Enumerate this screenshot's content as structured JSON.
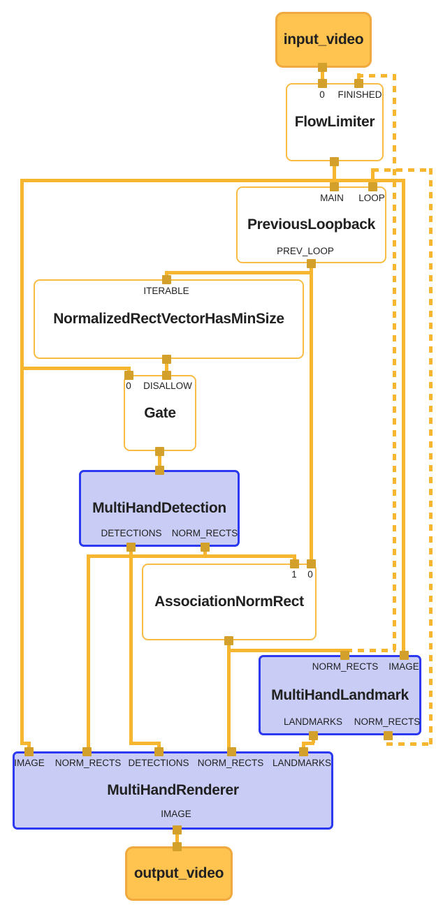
{
  "graph": {
    "colors": {
      "edge": "#f6b62f",
      "port": "#d4a02c",
      "stream_fill": "#ffc34f",
      "stream_border": "#f0a93f",
      "calc_fill": "#ffffff",
      "calc_border": "#f8bc44",
      "subgraph_fill": "#c9cdf6",
      "subgraph_border": "#2b3af0",
      "label_text": "#1f1f1f",
      "title_text": "#212121",
      "background": "#ffffff"
    },
    "nodes": {
      "input_video": {
        "type": "stream",
        "label": "input_video"
      },
      "flow_limiter": {
        "type": "calculator",
        "label": "FlowLimiter",
        "ports": {
          "in0": "0",
          "finished": "FINISHED"
        }
      },
      "previous_loopback": {
        "type": "calculator",
        "label": "PreviousLoopback",
        "ports": {
          "main": "MAIN",
          "loop": "LOOP",
          "prev_loop": "PREV_LOOP"
        }
      },
      "normalized_rect_vector_has_min_size": {
        "type": "calculator",
        "label": "NormalizedRectVectorHasMinSize",
        "ports": {
          "iterable": "ITERABLE"
        }
      },
      "gate": {
        "type": "calculator",
        "label": "Gate",
        "ports": {
          "in0": "0",
          "disallow": "DISALLOW"
        }
      },
      "multi_hand_detection": {
        "type": "subgraph",
        "label": "MultiHandDetection",
        "ports": {
          "detections": "DETECTIONS",
          "norm_rects": "NORM_RECTS"
        }
      },
      "association_norm_rect": {
        "type": "calculator",
        "label": "AssociationNormRect",
        "ports": {
          "in1": "1",
          "in0": "0"
        }
      },
      "multi_hand_landmark": {
        "type": "subgraph",
        "label": "MultiHandLandmark",
        "ports": {
          "norm_rects_in": "NORM_RECTS",
          "image_in": "IMAGE",
          "landmarks_out": "LANDMARKS",
          "norm_rects_out": "NORM_RECTS"
        }
      },
      "multi_hand_renderer": {
        "type": "subgraph",
        "label": "MultiHandRenderer",
        "ports": {
          "image_in": "IMAGE",
          "norm_rects_in1": "NORM_RECTS",
          "detections_in": "DETECTIONS",
          "norm_rects_in2": "NORM_RECTS",
          "landmarks_in": "LANDMARKS",
          "image_out": "IMAGE"
        }
      },
      "output_video": {
        "type": "stream",
        "label": "output_video"
      }
    }
  }
}
